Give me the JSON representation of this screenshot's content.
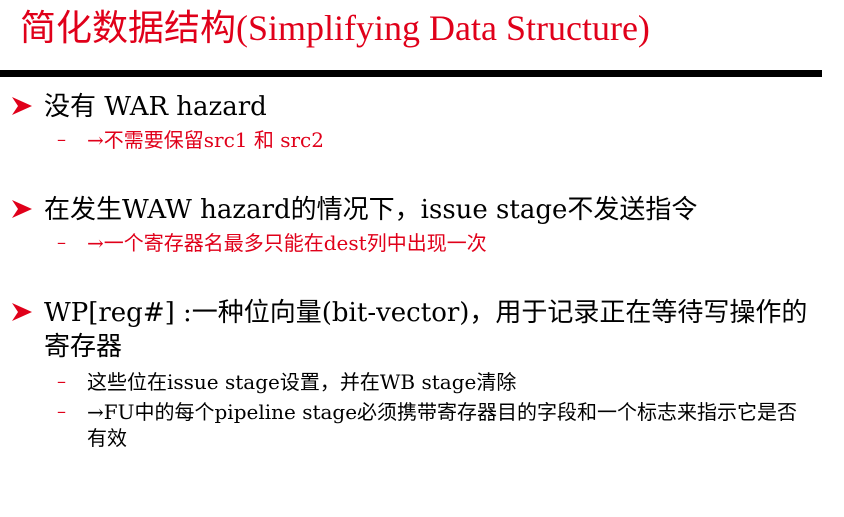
{
  "slide": {
    "title": "简化数据结构(Simplifying Data Structure)",
    "accent_color": "#e0001a",
    "bullet_icon": "arrow-bullet-icon",
    "bullets": [
      {
        "text": "没有 WAR hazard",
        "subs": [
          {
            "dash": "–",
            "text": "→不需要保留src1 和 src2"
          }
        ]
      },
      {
        "text": "在发生WAW hazard的情况下，issue stage不发送指令",
        "subs": [
          {
            "dash": "–",
            "text": "→一个寄存器名最多只能在dest列中出现一次"
          }
        ]
      },
      {
        "text": "WP[reg#] :一种位向量(bit-vector)，用于记录正在等待写操作的寄存器",
        "subs": [
          {
            "dash": "–",
            "text": "这些位在issue stage设置，并在WB stage清除"
          },
          {
            "dash": "–",
            "text": "→FU中的每个pipeline stage必须携带寄存器目的字段和一个标志来指示它是否有效"
          }
        ]
      }
    ]
  }
}
